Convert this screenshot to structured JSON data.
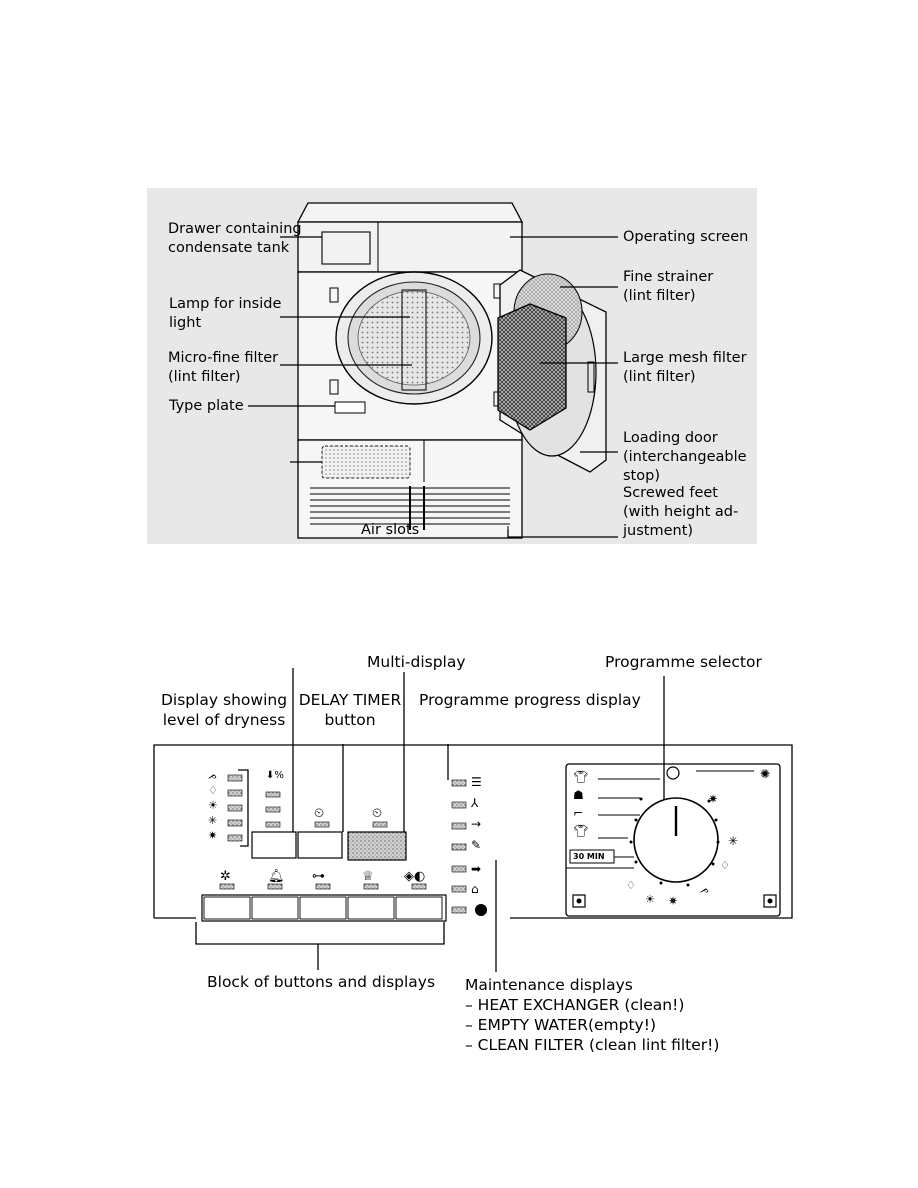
{
  "dryer_figure": {
    "labels": {
      "drawer": [
        "Drawer containing",
        "condensate tank"
      ],
      "operating_screen": "Operating screen",
      "fine_strainer": [
        "Fine strainer",
        "(lint filter)"
      ],
      "lamp": [
        "Lamp for inside",
        "light"
      ],
      "large_mesh": [
        "Large mesh filter",
        "(lint filter)"
      ],
      "micro_fine": [
        "Micro-fine filter",
        "(lint filter)"
      ],
      "type_plate": "Type plate",
      "loading_door": [
        "Loading door",
        "(interchangeable",
        "stop)"
      ],
      "screwed_feet": [
        "Screwed feet",
        "(with height ad-",
        "justment)"
      ],
      "air_slots": "Air slots"
    }
  },
  "panel_figure": {
    "labels": {
      "multi_display": "Multi-display",
      "programme_selector": "Programme selector",
      "dryness_display": [
        "Display showing",
        "level of dryness"
      ],
      "delay_timer": [
        "DELAY TIMER",
        "button"
      ],
      "progress_display": "Programme progress display",
      "block_buttons": "Block of buttons and displays",
      "maintenance_title": "Maintenance displays",
      "maintenance_items": [
        "– HEAT EXCHANGER (clean!)",
        "– EMPTY WATER(empty!)",
        "– CLEAN FILTER (clean lint filter!)"
      ],
      "dial_30min": "30 MIN"
    }
  }
}
